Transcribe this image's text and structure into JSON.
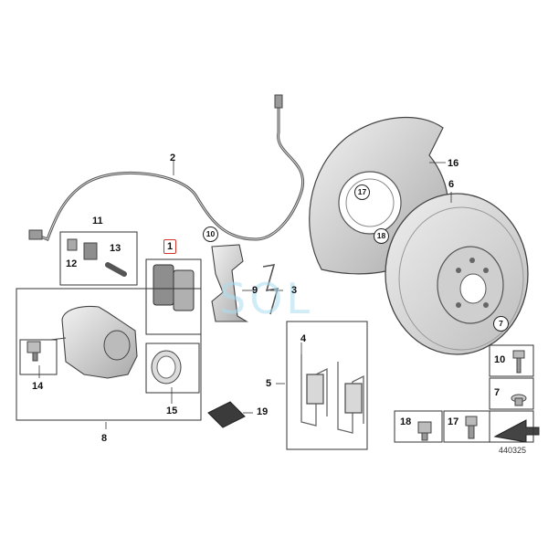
{
  "watermark": "SOL",
  "diagram_number": "440325",
  "parts": {
    "p1": "1",
    "p2": "2",
    "p3": "3",
    "p4": "4",
    "p5": "5",
    "p6": "6",
    "p7": "7",
    "p8": "8",
    "p9": "9",
    "p10": "10",
    "p11": "11",
    "p12": "12",
    "p13": "13",
    "p14": "14",
    "p15": "15",
    "p16": "16",
    "p17": "17",
    "p18": "18",
    "p19": "19"
  },
  "colors": {
    "highlight": "#d0342c",
    "line": "#333333",
    "part_fill": "#d9d9d9",
    "watermark": "#aadcf0"
  }
}
